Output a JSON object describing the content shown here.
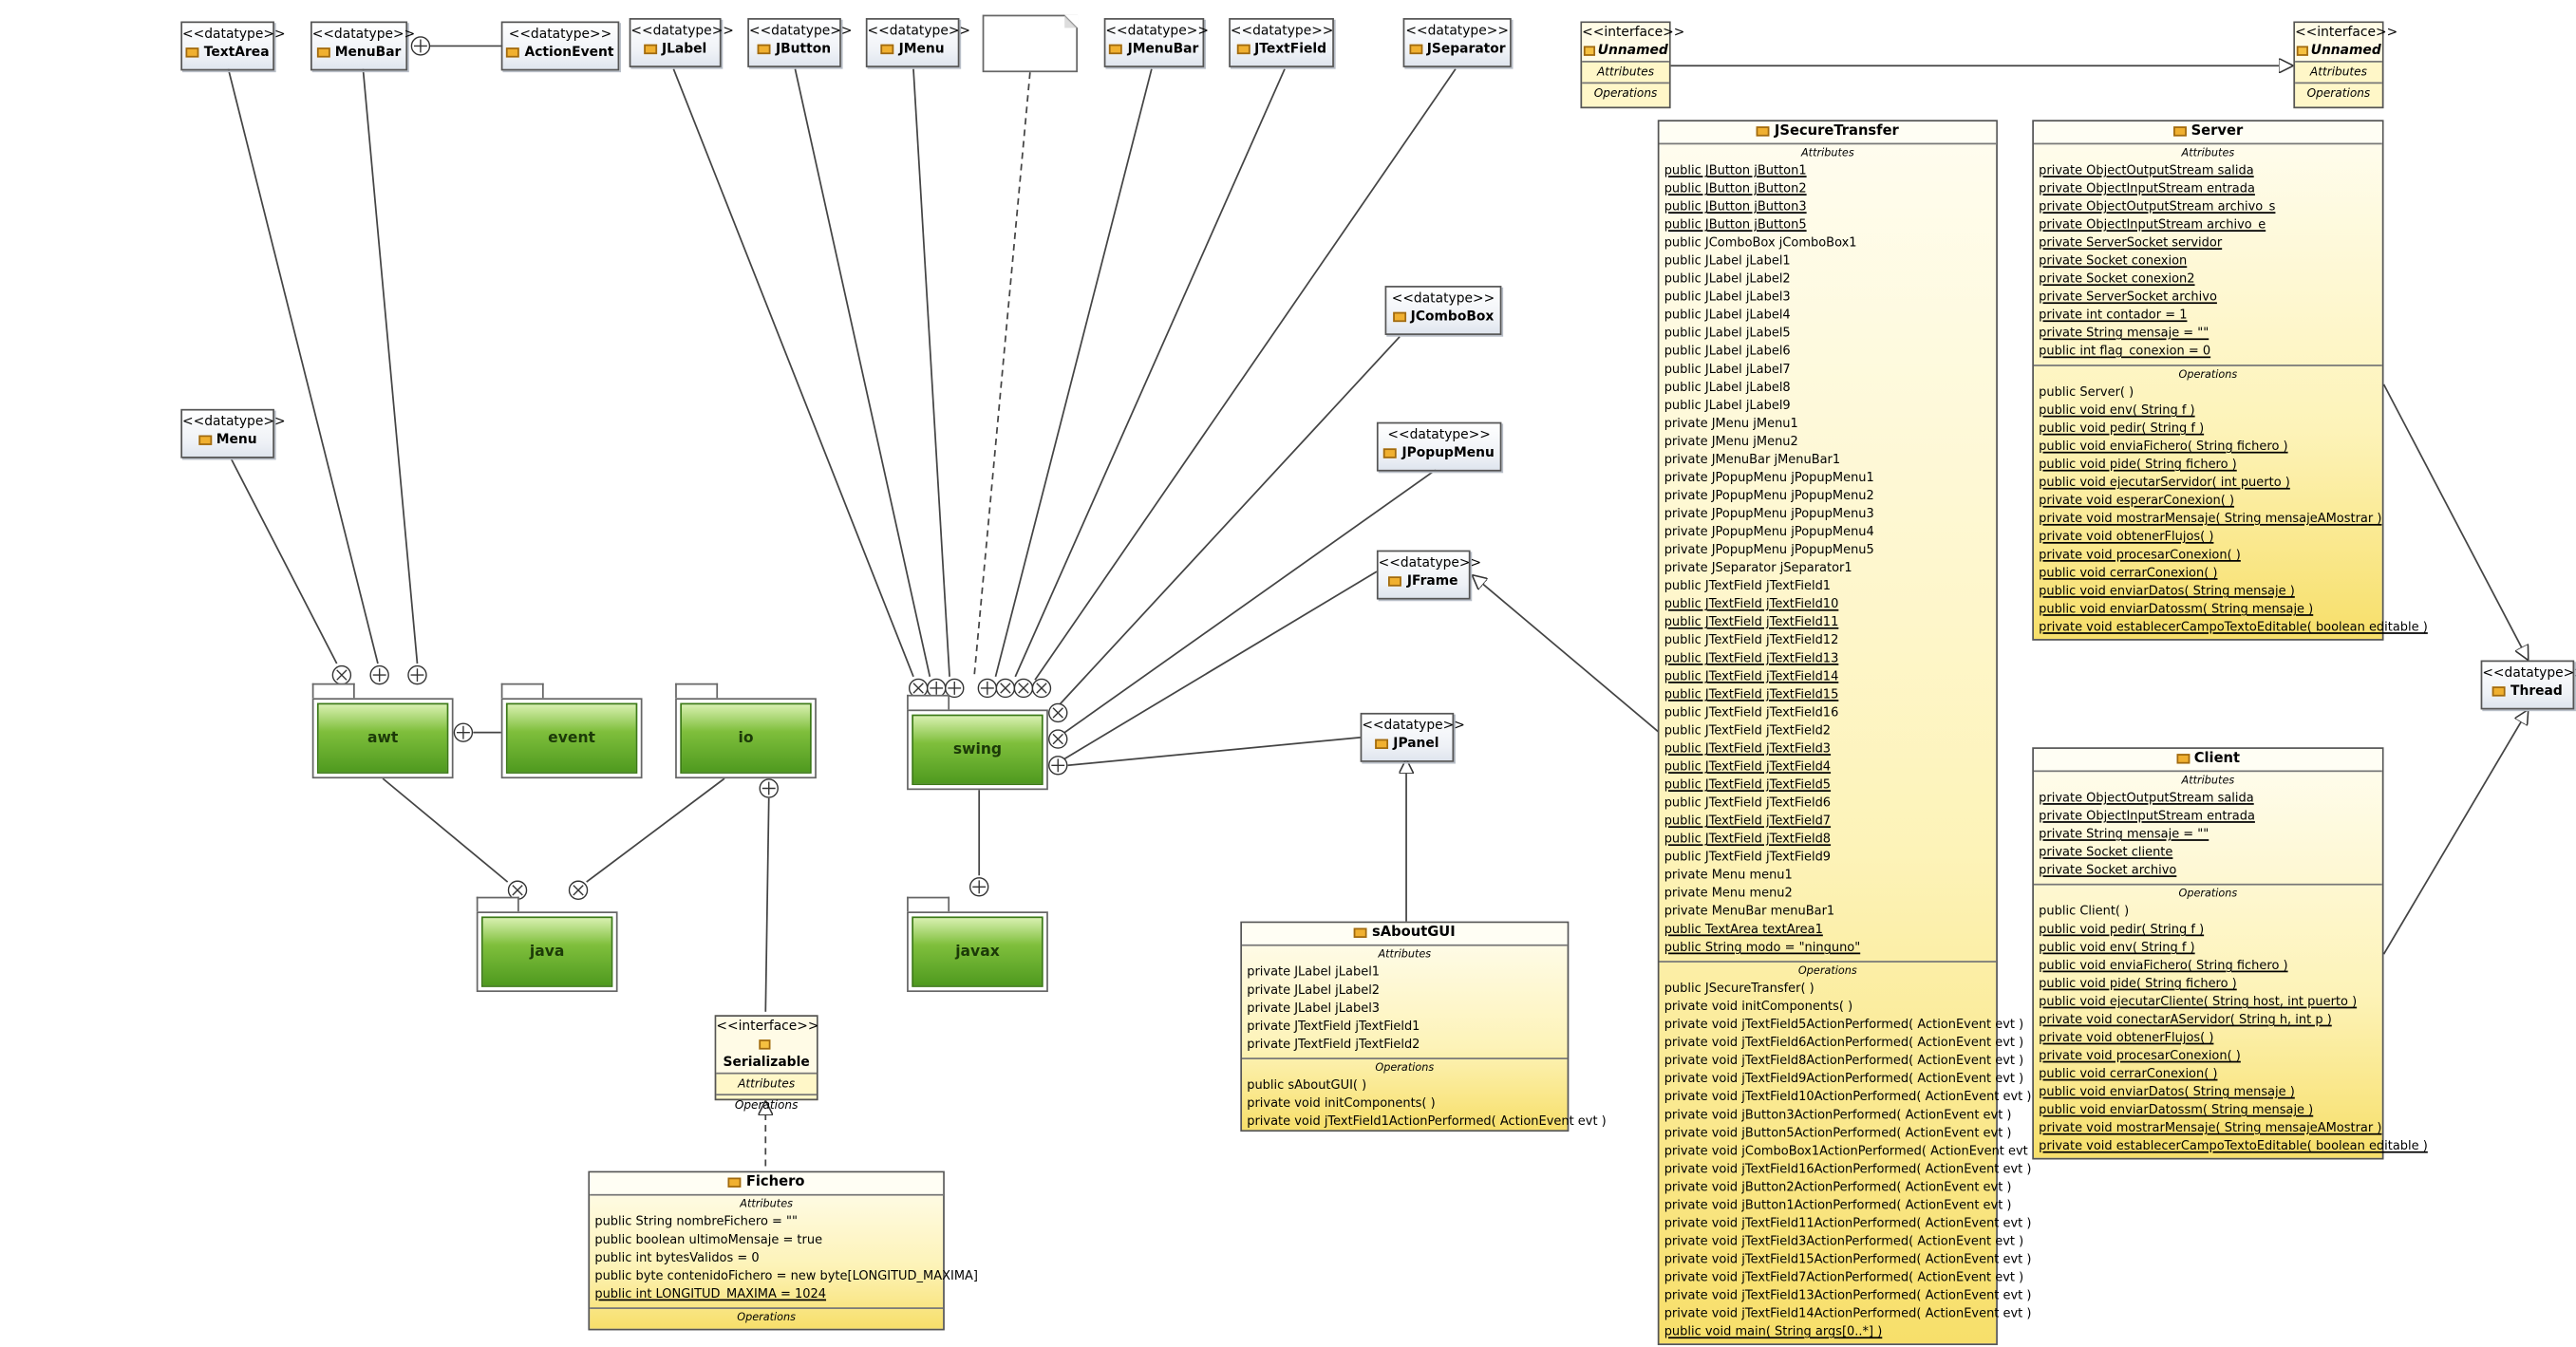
{
  "datatypes": {
    "stereo": "<<datatype>>",
    "textarea": "TextArea",
    "menubar": "MenuBar",
    "actionevent": "ActionEvent",
    "jlabel": "JLabel",
    "jbutton": "JButton",
    "jmenu": "JMenu",
    "jmenubar": "JMenuBar",
    "jtextfield": "JTextField",
    "jseparator": "JSeparator",
    "menu": "Menu",
    "jcombobox": "JComboBox",
    "jpopupmenu": "JPopupMenu",
    "jframe": "JFrame",
    "jpanel": "JPanel"
  },
  "interfaces": {
    "stereo": "<<interface>>",
    "attributes": "Attributes",
    "operations": "Operations",
    "unnamed": "Unnamed",
    "serializable": "Serializable"
  },
  "packages": {
    "awt": "awt",
    "event": "event",
    "io": "io",
    "java": "java",
    "swing": "swing",
    "javax": "javax"
  },
  "thread": "Thread",
  "classes": {
    "jsecuretransfer": {
      "name": "JSecureTransfer",
      "attributes_label": "Attributes",
      "operations_label": "Operations",
      "attributes": [
        {
          "t": "public JButton jButton1",
          "u": true
        },
        {
          "t": "public JButton jButton2",
          "u": true
        },
        {
          "t": "public JButton jButton3",
          "u": true
        },
        {
          "t": "public JButton jButton5",
          "u": true
        },
        {
          "t": "public JComboBox jComboBox1",
          "u": false
        },
        {
          "t": "public JLabel jLabel1",
          "u": false
        },
        {
          "t": "public JLabel jLabel2",
          "u": false
        },
        {
          "t": "public JLabel jLabel3",
          "u": false
        },
        {
          "t": "public JLabel jLabel4",
          "u": false
        },
        {
          "t": "public JLabel jLabel5",
          "u": false
        },
        {
          "t": "public JLabel jLabel6",
          "u": false
        },
        {
          "t": "public JLabel jLabel7",
          "u": false
        },
        {
          "t": "public JLabel jLabel8",
          "u": false
        },
        {
          "t": "public JLabel jLabel9",
          "u": false
        },
        {
          "t": "private JMenu jMenu1",
          "u": false
        },
        {
          "t": "private JMenu jMenu2",
          "u": false
        },
        {
          "t": "private JMenuBar jMenuBar1",
          "u": false
        },
        {
          "t": "private JPopupMenu jPopupMenu1",
          "u": false
        },
        {
          "t": "private JPopupMenu jPopupMenu2",
          "u": false
        },
        {
          "t": "private JPopupMenu jPopupMenu3",
          "u": false
        },
        {
          "t": "private JPopupMenu jPopupMenu4",
          "u": false
        },
        {
          "t": "private JPopupMenu jPopupMenu5",
          "u": false
        },
        {
          "t": "private JSeparator jSeparator1",
          "u": false
        },
        {
          "t": "public JTextField jTextField1",
          "u": false
        },
        {
          "t": "public JTextField jTextField10",
          "u": true
        },
        {
          "t": "public JTextField jTextField11",
          "u": true
        },
        {
          "t": "public JTextField jTextField12",
          "u": false
        },
        {
          "t": "public JTextField jTextField13",
          "u": true
        },
        {
          "t": "public JTextField jTextField14",
          "u": true
        },
        {
          "t": "public JTextField jTextField15",
          "u": true
        },
        {
          "t": "public JTextField jTextField16",
          "u": false
        },
        {
          "t": "public JTextField jTextField2",
          "u": false
        },
        {
          "t": "public JTextField jTextField3",
          "u": true
        },
        {
          "t": "public JTextField jTextField4",
          "u": true
        },
        {
          "t": "public JTextField jTextField5",
          "u": true
        },
        {
          "t": "public JTextField jTextField6",
          "u": false
        },
        {
          "t": "public JTextField jTextField7",
          "u": true
        },
        {
          "t": "public JTextField jTextField8",
          "u": true
        },
        {
          "t": "public JTextField jTextField9",
          "u": false
        },
        {
          "t": "private Menu menu1",
          "u": false
        },
        {
          "t": "private Menu menu2",
          "u": false
        },
        {
          "t": "private MenuBar menuBar1",
          "u": false
        },
        {
          "t": "public TextArea textArea1",
          "u": true
        },
        {
          "t": "public String modo = \"ninguno\"",
          "u": true
        }
      ],
      "operations": [
        {
          "t": "public JSecureTransfer(  )",
          "u": false
        },
        {
          "t": "private void  initComponents(  )",
          "u": false
        },
        {
          "t": "private void  jTextField5ActionPerformed( ActionEvent evt )",
          "u": false
        },
        {
          "t": "private void  jTextField6ActionPerformed( ActionEvent evt )",
          "u": false
        },
        {
          "t": "private void  jTextField8ActionPerformed( ActionEvent evt )",
          "u": false
        },
        {
          "t": "private void  jTextField9ActionPerformed( ActionEvent evt )",
          "u": false
        },
        {
          "t": "private void  jTextField10ActionPerformed( ActionEvent evt )",
          "u": false
        },
        {
          "t": "private void  jButton3ActionPerformed( ActionEvent evt )",
          "u": false
        },
        {
          "t": "private void  jButton5ActionPerformed( ActionEvent evt )",
          "u": false
        },
        {
          "t": "private void  jComboBox1ActionPerformed( ActionEvent evt )",
          "u": false
        },
        {
          "t": "private void  jTextField16ActionPerformed( ActionEvent evt )",
          "u": false
        },
        {
          "t": "private void  jButton2ActionPerformed( ActionEvent evt )",
          "u": false
        },
        {
          "t": "private void  jButton1ActionPerformed( ActionEvent evt )",
          "u": false
        },
        {
          "t": "private void  jTextField11ActionPerformed( ActionEvent evt )",
          "u": false
        },
        {
          "t": "private void  jTextField3ActionPerformed( ActionEvent evt )",
          "u": false
        },
        {
          "t": "private void  jTextField15ActionPerformed( ActionEvent evt )",
          "u": false
        },
        {
          "t": "private void  jTextField7ActionPerformed( ActionEvent evt )",
          "u": false
        },
        {
          "t": "private void  jTextField13ActionPerformed( ActionEvent evt )",
          "u": false
        },
        {
          "t": "private void  jTextField14ActionPerformed( ActionEvent evt )",
          "u": false
        },
        {
          "t": "public void  main( String args[0..*] )",
          "u": true
        }
      ]
    },
    "server": {
      "name": "Server",
      "attributes_label": "Attributes",
      "operations_label": "Operations",
      "attributes": [
        {
          "t": "private ObjectOutputStream salida",
          "u": true
        },
        {
          "t": "private ObjectInputStream entrada",
          "u": true
        },
        {
          "t": "private ObjectOutputStream archivo_s",
          "u": true
        },
        {
          "t": "private ObjectInputStream archivo_e",
          "u": true
        },
        {
          "t": "private ServerSocket servidor",
          "u": true
        },
        {
          "t": "private Socket conexion",
          "u": true
        },
        {
          "t": "private Socket conexion2",
          "u": true
        },
        {
          "t": "private ServerSocket archivo",
          "u": true
        },
        {
          "t": "private int contador = 1",
          "u": true
        },
        {
          "t": "private String mensaje = \"\"",
          "u": true
        },
        {
          "t": "public int flag_conexion = 0",
          "u": true
        }
      ],
      "operations": [
        {
          "t": "public Server(  )",
          "u": false
        },
        {
          "t": "public void  env( String f )",
          "u": true
        },
        {
          "t": "public void  pedir( String f )",
          "u": true
        },
        {
          "t": "public void  enviaFichero( String fichero )",
          "u": true
        },
        {
          "t": "public void  pide( String fichero )",
          "u": true
        },
        {
          "t": "public void  ejecutarServidor( int puerto )",
          "u": true
        },
        {
          "t": "private void  esperarConexion(  )",
          "u": true
        },
        {
          "t": "private void  mostrarMensaje( String mensajeAMostrar )",
          "u": true
        },
        {
          "t": "private void  obtenerFlujos(  )",
          "u": true
        },
        {
          "t": "private void  procesarConexion(  )",
          "u": true
        },
        {
          "t": "public void  cerrarConexion(  )",
          "u": true
        },
        {
          "t": "public void  enviarDatos( String mensaje )",
          "u": true
        },
        {
          "t": "public void  enviarDatossm( String mensaje )",
          "u": true
        },
        {
          "t": "private void  establecerCampoTextoEditable( boolean editable )",
          "u": true
        }
      ]
    },
    "client": {
      "name": "Client",
      "attributes_label": "Attributes",
      "operations_label": "Operations",
      "attributes": [
        {
          "t": "private ObjectOutputStream salida",
          "u": true
        },
        {
          "t": "private ObjectInputStream entrada",
          "u": true
        },
        {
          "t": "private String mensaje = \"\"",
          "u": true
        },
        {
          "t": "private Socket cliente",
          "u": true
        },
        {
          "t": "private Socket archivo",
          "u": true
        }
      ],
      "operations": [
        {
          "t": "public Client(  )",
          "u": false
        },
        {
          "t": "public void  pedir( String f )",
          "u": true
        },
        {
          "t": "public void  env( String f )",
          "u": true
        },
        {
          "t": "public void  enviaFichero( String fichero )",
          "u": true
        },
        {
          "t": "public void  pide( String fichero )",
          "u": true
        },
        {
          "t": "public void  ejecutarCliente( String host, int puerto )",
          "u": true
        },
        {
          "t": "private void  conectarAServidor( String h, int p )",
          "u": true
        },
        {
          "t": "private void  obtenerFlujos(  )",
          "u": true
        },
        {
          "t": "private void  procesarConexion(  )",
          "u": true
        },
        {
          "t": "public void  cerrarConexion(  )",
          "u": true
        },
        {
          "t": "public void  enviarDatos( String mensaje )",
          "u": true
        },
        {
          "t": "public void  enviarDatossm( String mensaje )",
          "u": true
        },
        {
          "t": "private void  mostrarMensaje( String mensajeAMostrar )",
          "u": true
        },
        {
          "t": "private void  establecerCampoTextoEditable( boolean editable )",
          "u": true
        }
      ]
    },
    "saboutgui": {
      "name": "sAboutGUI",
      "attributes_label": "Attributes",
      "operations_label": "Operations",
      "attributes": [
        {
          "t": "private JLabel jLabel1",
          "u": false
        },
        {
          "t": "private JLabel jLabel2",
          "u": false
        },
        {
          "t": "private JLabel jLabel3",
          "u": false
        },
        {
          "t": "private JTextField jTextField1",
          "u": false
        },
        {
          "t": "private JTextField jTextField2",
          "u": false
        }
      ],
      "operations": [
        {
          "t": "public sAboutGUI(  )",
          "u": false
        },
        {
          "t": "private void  initComponents(  )",
          "u": false
        },
        {
          "t": "private void  jTextField1ActionPerformed( ActionEvent evt )",
          "u": false
        }
      ]
    },
    "fichero": {
      "name": "Fichero",
      "attributes_label": "Attributes",
      "operations_label": "Operations",
      "attributes": [
        {
          "t": "public String nombreFichero = \"\"",
          "u": false
        },
        {
          "t": "public boolean ultimoMensaje = true",
          "u": false
        },
        {
          "t": "public int bytesValidos = 0",
          "u": false
        },
        {
          "t": "public byte contenidoFichero = new byte[LONGITUD_MAXIMA]",
          "u": false
        },
        {
          "t": "public int LONGITUD_MAXIMA = 1024",
          "u": true
        }
      ],
      "operations": []
    }
  }
}
